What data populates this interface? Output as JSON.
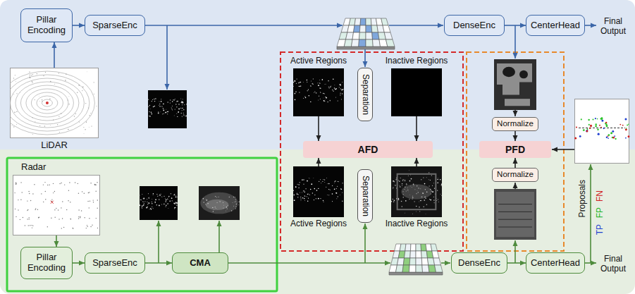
{
  "diagram": {
    "nodes": [
      {
        "text": [
          "LiDAR"
        ]
      },
      {
        "text": [
          "Pillar Encoding"
        ]
      },
      {
        "text": [
          "SparseEnc"
        ]
      },
      {
        "text": [
          "DenseEnc"
        ]
      },
      {
        "text": [
          "CenterHead"
        ]
      },
      {
        "text": [
          "Active Regions"
        ]
      },
      {
        "text": [
          "Separation"
        ]
      },
      {
        "text": [
          "Inactive Regions"
        ]
      },
      {
        "text": [
          "AFD"
        ]
      },
      {
        "text": [
          "Active Regions"
        ]
      },
      {
        "text": [
          "Separation"
        ]
      },
      {
        "text": [
          "Inactive Regions"
        ]
      },
      {
        "text": [
          "Normalize"
        ]
      },
      {
        "text": [
          "PFD"
        ]
      },
      {
        "text": [
          "Normalize"
        ]
      },
      {
        "text": [
          "Radar"
        ]
      },
      {
        "text": [
          "Pillar Encoding"
        ]
      },
      {
        "text": [
          "SparseEnc"
        ]
      },
      {
        "text": [
          "CMA"
        ]
      },
      {
        "text": [
          "DenseEnc"
        ]
      },
      {
        "text": [
          "CenterHead"
        ]
      }
    ],
    "edges": [
      {
        "from": 0,
        "to": 1,
        "arrow": "to"
      },
      {
        "from": 1,
        "to": 2,
        "arrow": "to"
      },
      {
        "from": 3,
        "to": 4,
        "arrow": "to"
      },
      {
        "from": 5,
        "to": 8,
        "arrow": "to"
      },
      {
        "from": 7,
        "to": 8,
        "arrow": "to"
      },
      {
        "from": 9,
        "to": 8,
        "arrow": "to"
      },
      {
        "from": 11,
        "to": 8,
        "arrow": "to"
      },
      {
        "from": 12,
        "to": 13,
        "arrow": "to"
      },
      {
        "from": 14,
        "to": 13,
        "arrow": "to"
      },
      {
        "from": 15,
        "to": 16,
        "arrow": "to"
      },
      {
        "from": 16,
        "to": 17,
        "arrow": "to"
      },
      {
        "from": 17,
        "to": 18,
        "arrow": "to"
      },
      {
        "from": 19,
        "to": 20,
        "arrow": "to"
      }
    ],
    "labels": [
      "Final Output",
      "Final Output",
      "Proposals",
      "TP",
      "FP",
      "FN"
    ]
  }
}
